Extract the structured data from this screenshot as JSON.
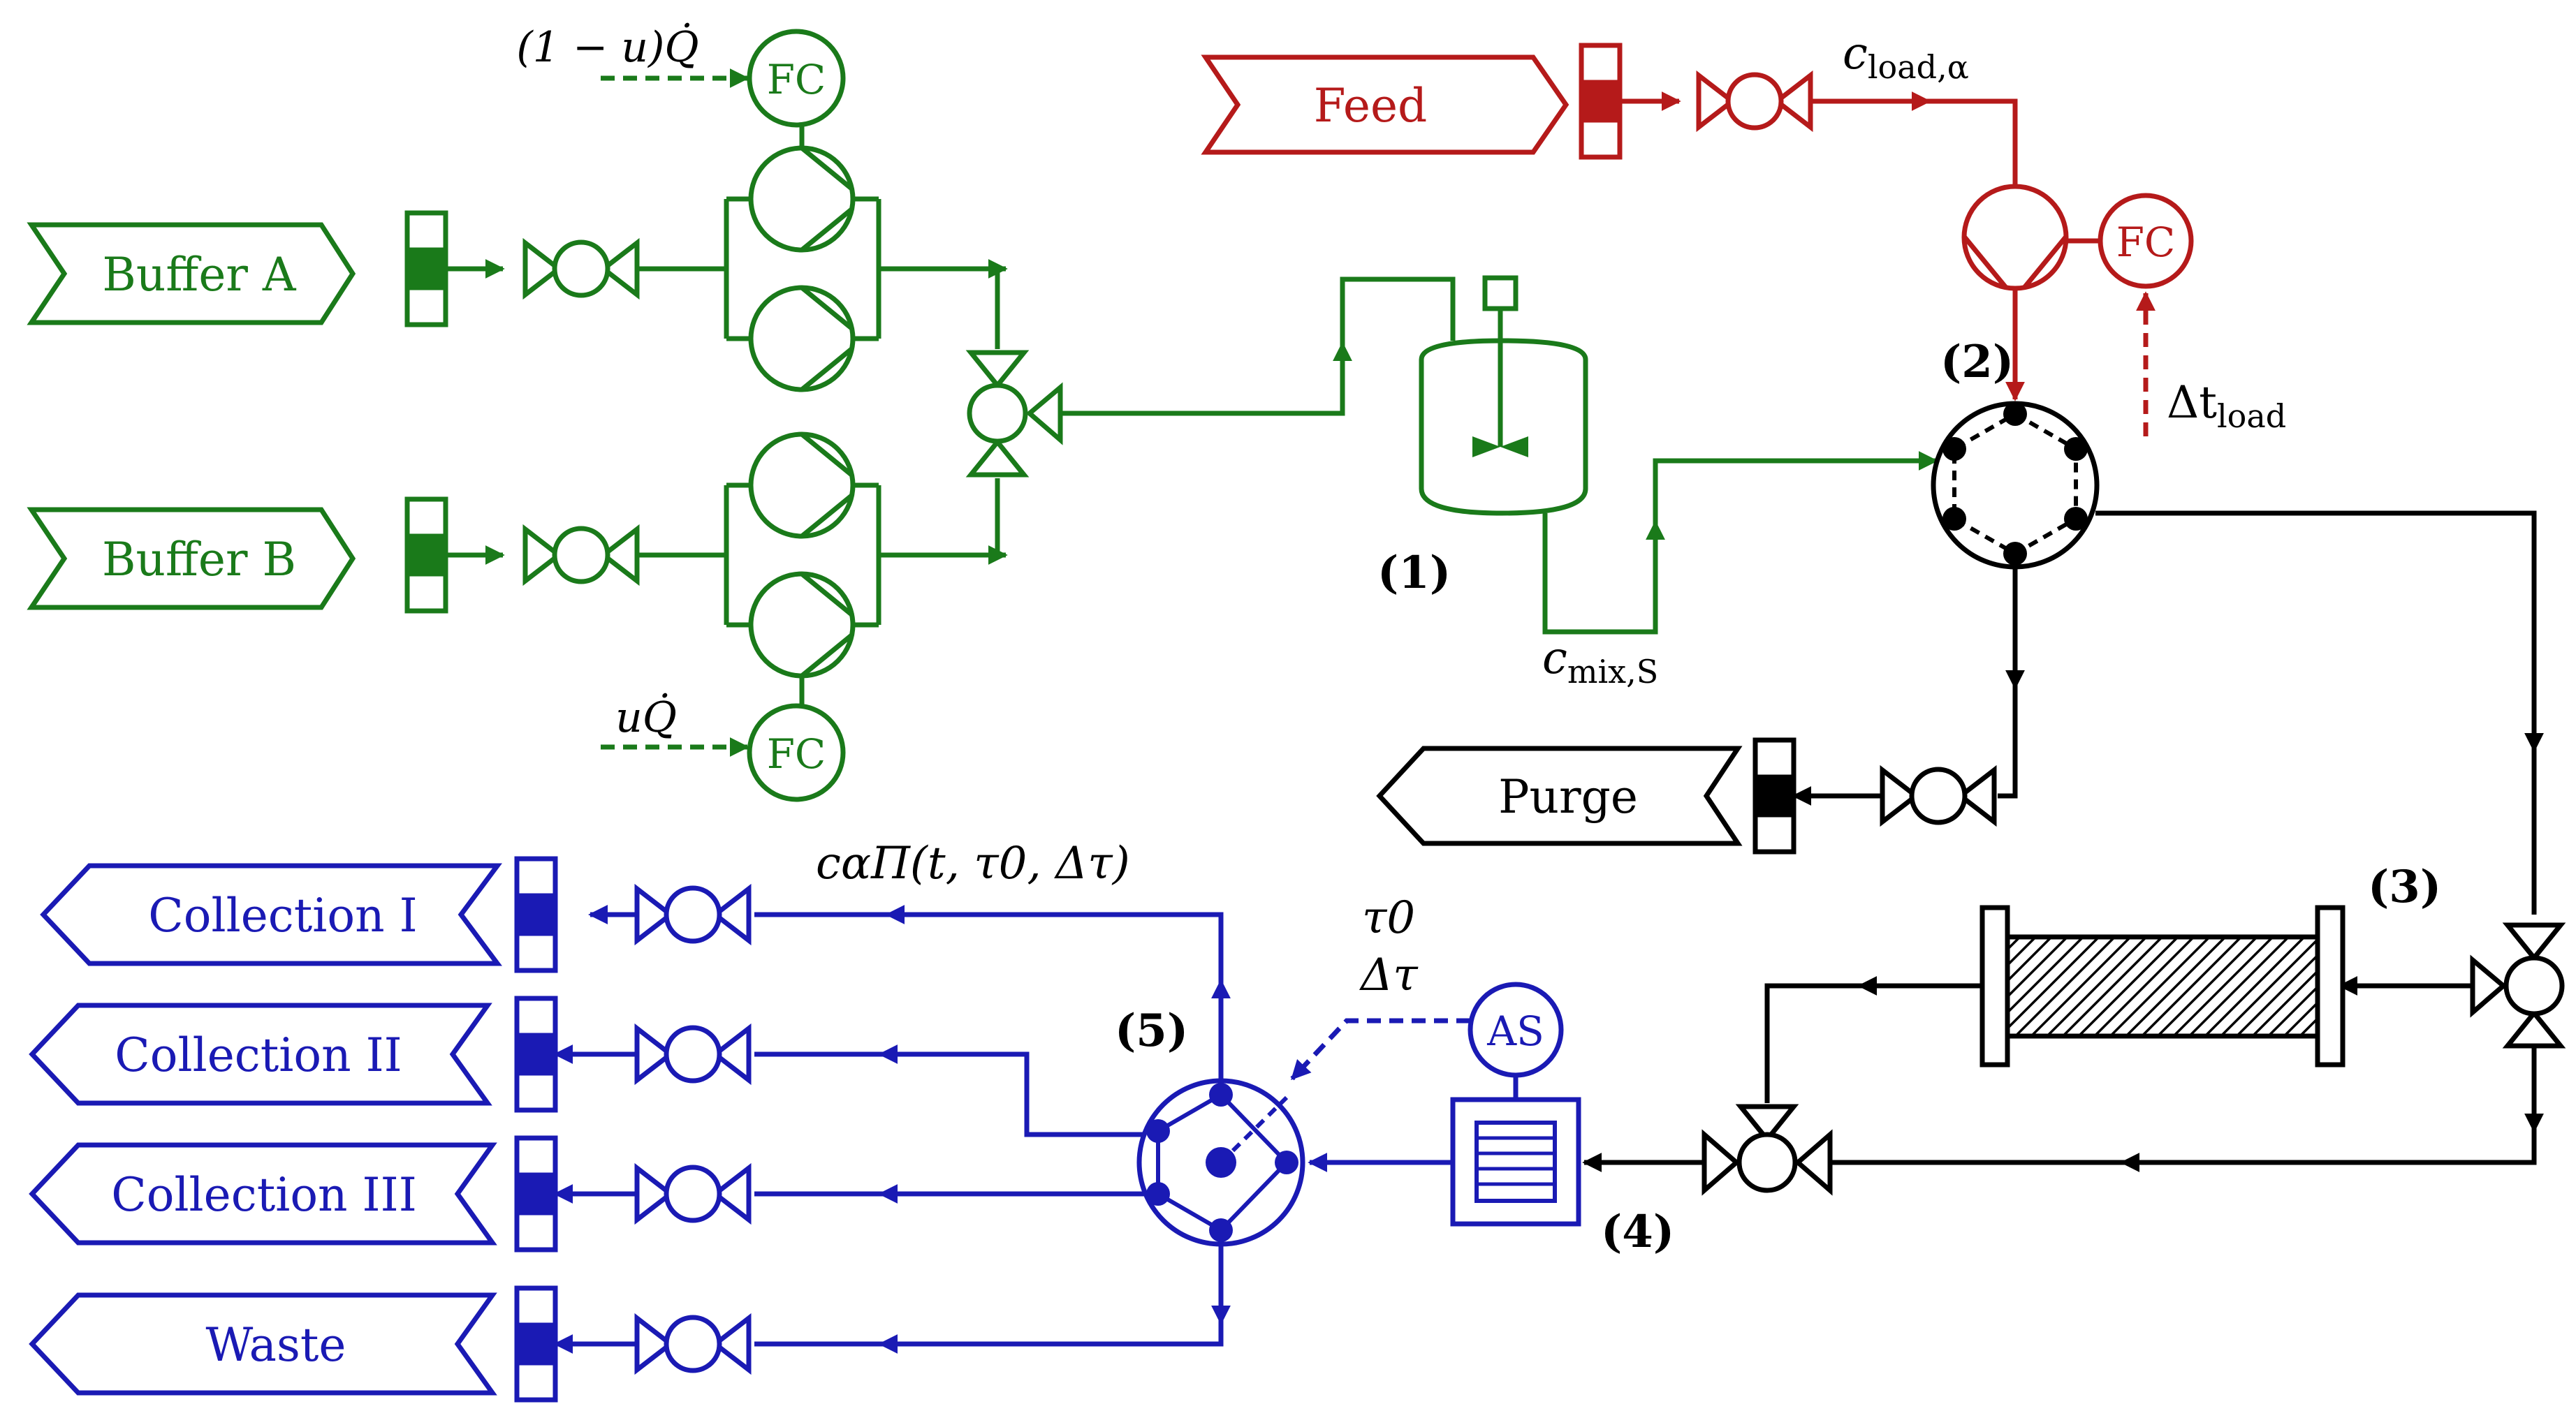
{
  "colors": {
    "green": "#1a7a1a",
    "red": "#b51a1a",
    "black": "#000000",
    "blue": "#1a1ab4"
  },
  "streams": {
    "buffer_a": "Buffer A",
    "buffer_b": "Buffer B",
    "feed": "Feed",
    "purge": "Purge",
    "collection_1": "Collection I",
    "collection_2": "Collection II",
    "collection_3": "Collection III",
    "waste": "Waste"
  },
  "controllers": {
    "fc": "FC",
    "as": "AS"
  },
  "signals": {
    "one_minus_u_q": "(1 − u)Q̇",
    "u_q": "uQ̇",
    "delta_t_load_symbol": "Δt",
    "delta_t_load_sub": "load",
    "c_load_symbol": "c",
    "c_load_sub": "load,α",
    "c_mix_symbol": "c",
    "c_mix_sub": "mix,S",
    "c_alpha_pi": "cαΠ(t, τ0, Δτ)",
    "tau0": "τ0",
    "delta_tau": "Δτ"
  },
  "units": {
    "u1": "(1)",
    "u2": "(2)",
    "u3": "(3)",
    "u4": "(4)",
    "u5": "(5)"
  }
}
